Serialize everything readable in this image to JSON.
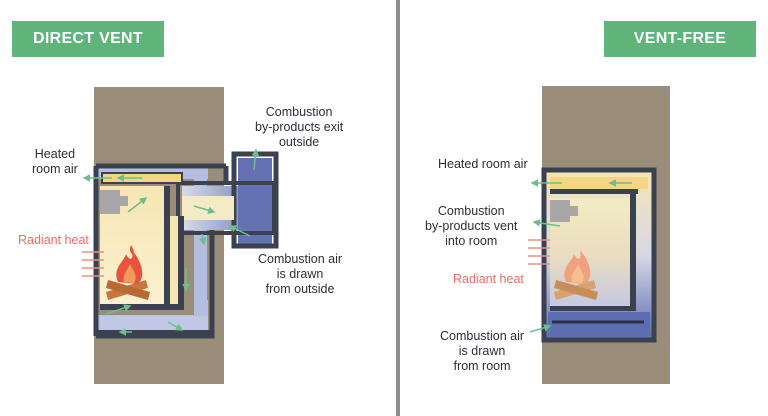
{
  "direct_vent": {
    "title": "DIRECT VENT",
    "labels": {
      "heated_room_air": [
        "Heated",
        "room air"
      ],
      "radiant_heat": "Radiant heat",
      "byproducts": [
        "Combustion",
        "by-products exit",
        "outside"
      ],
      "combustion_air": [
        "Combustion air",
        "is drawn",
        "from outside"
      ]
    }
  },
  "vent_free": {
    "title": "VENT-FREE",
    "labels": {
      "heated_room_air": "Heated room air",
      "byproducts": [
        "Combustion",
        "by-products vent",
        "into room"
      ],
      "radiant_heat": "Radiant heat",
      "combustion_air": [
        "Combustion air",
        "is drawn",
        "from room"
      ]
    }
  },
  "colors": {
    "wall": "#9a8d79",
    "firebox_outline": "#3c4150",
    "firebox_interior": "#f9ebbd",
    "vent_pipe": "#5d6db1",
    "vent_pipe_light": "#c0c8e6",
    "arrow": "#6dbf8a",
    "radiant": "#e8908a",
    "tag": "#5fb47a",
    "flame": "#e8533f",
    "log": "#c77842"
  }
}
